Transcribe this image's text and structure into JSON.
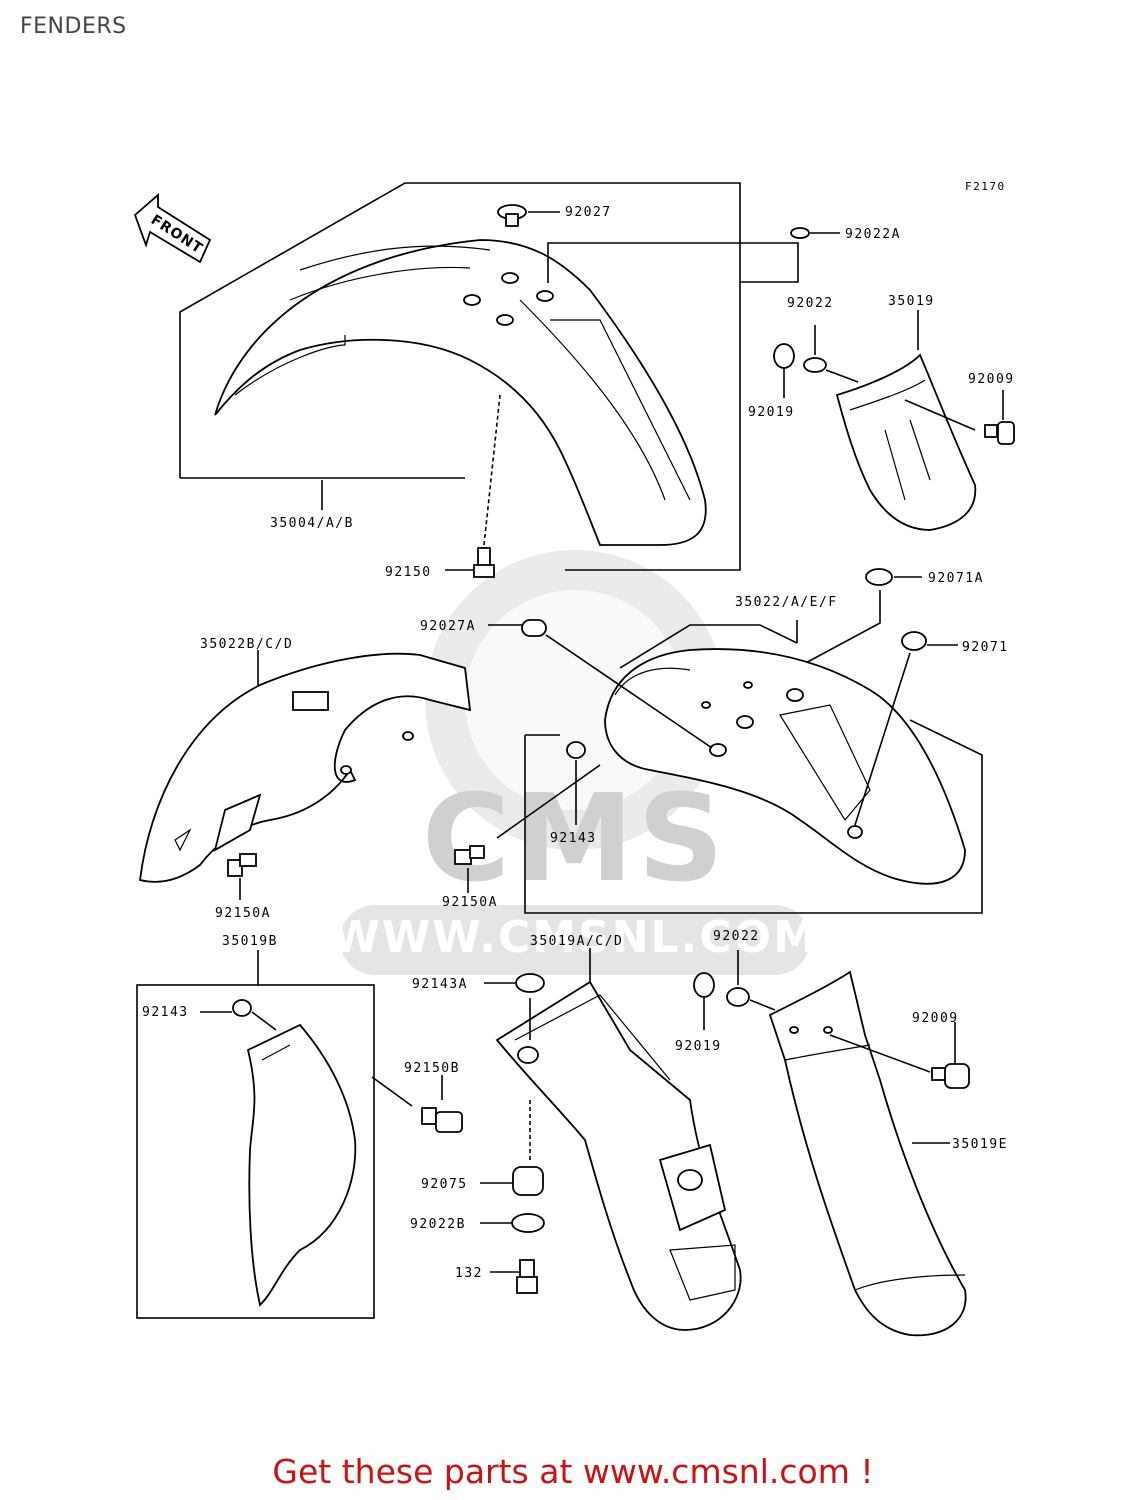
{
  "page": {
    "title": "FENDERS"
  },
  "diagram": {
    "figure_code": "F2170",
    "direction_arrow": "FRONT",
    "watermark": {
      "brand": "CMS",
      "url": "WWW.CMSNL.COM"
    },
    "callouts": {
      "c92027": "92027",
      "c92022A": "92022A",
      "c92022_top": "92022",
      "c35019": "35019",
      "c92019_top": "92019",
      "c92009_top": "92009",
      "c35004": "35004/A/B",
      "c92150": "92150",
      "c92071A": "92071A",
      "c35022AEF": "35022/A/E/F",
      "c92027A": "92027A",
      "c35022BCD": "35022B/C/D",
      "c92071": "92071",
      "c92143_mid": "92143",
      "c92150A_left": "92150A",
      "c92150A_mid": "92150A",
      "c35019B": "35019B",
      "c35019ACD": "35019A/C/D",
      "c92022_bot": "92022",
      "c92143A": "92143A",
      "c92019_bot": "92019",
      "c92009_bot": "92009",
      "c92143_bot": "92143",
      "c92150B": "92150B",
      "c35019E": "35019E",
      "c92075": "92075",
      "c92022B": "92022B",
      "c132": "132"
    }
  },
  "footer": {
    "text": "Get these parts at www.cmsnl.com !"
  }
}
